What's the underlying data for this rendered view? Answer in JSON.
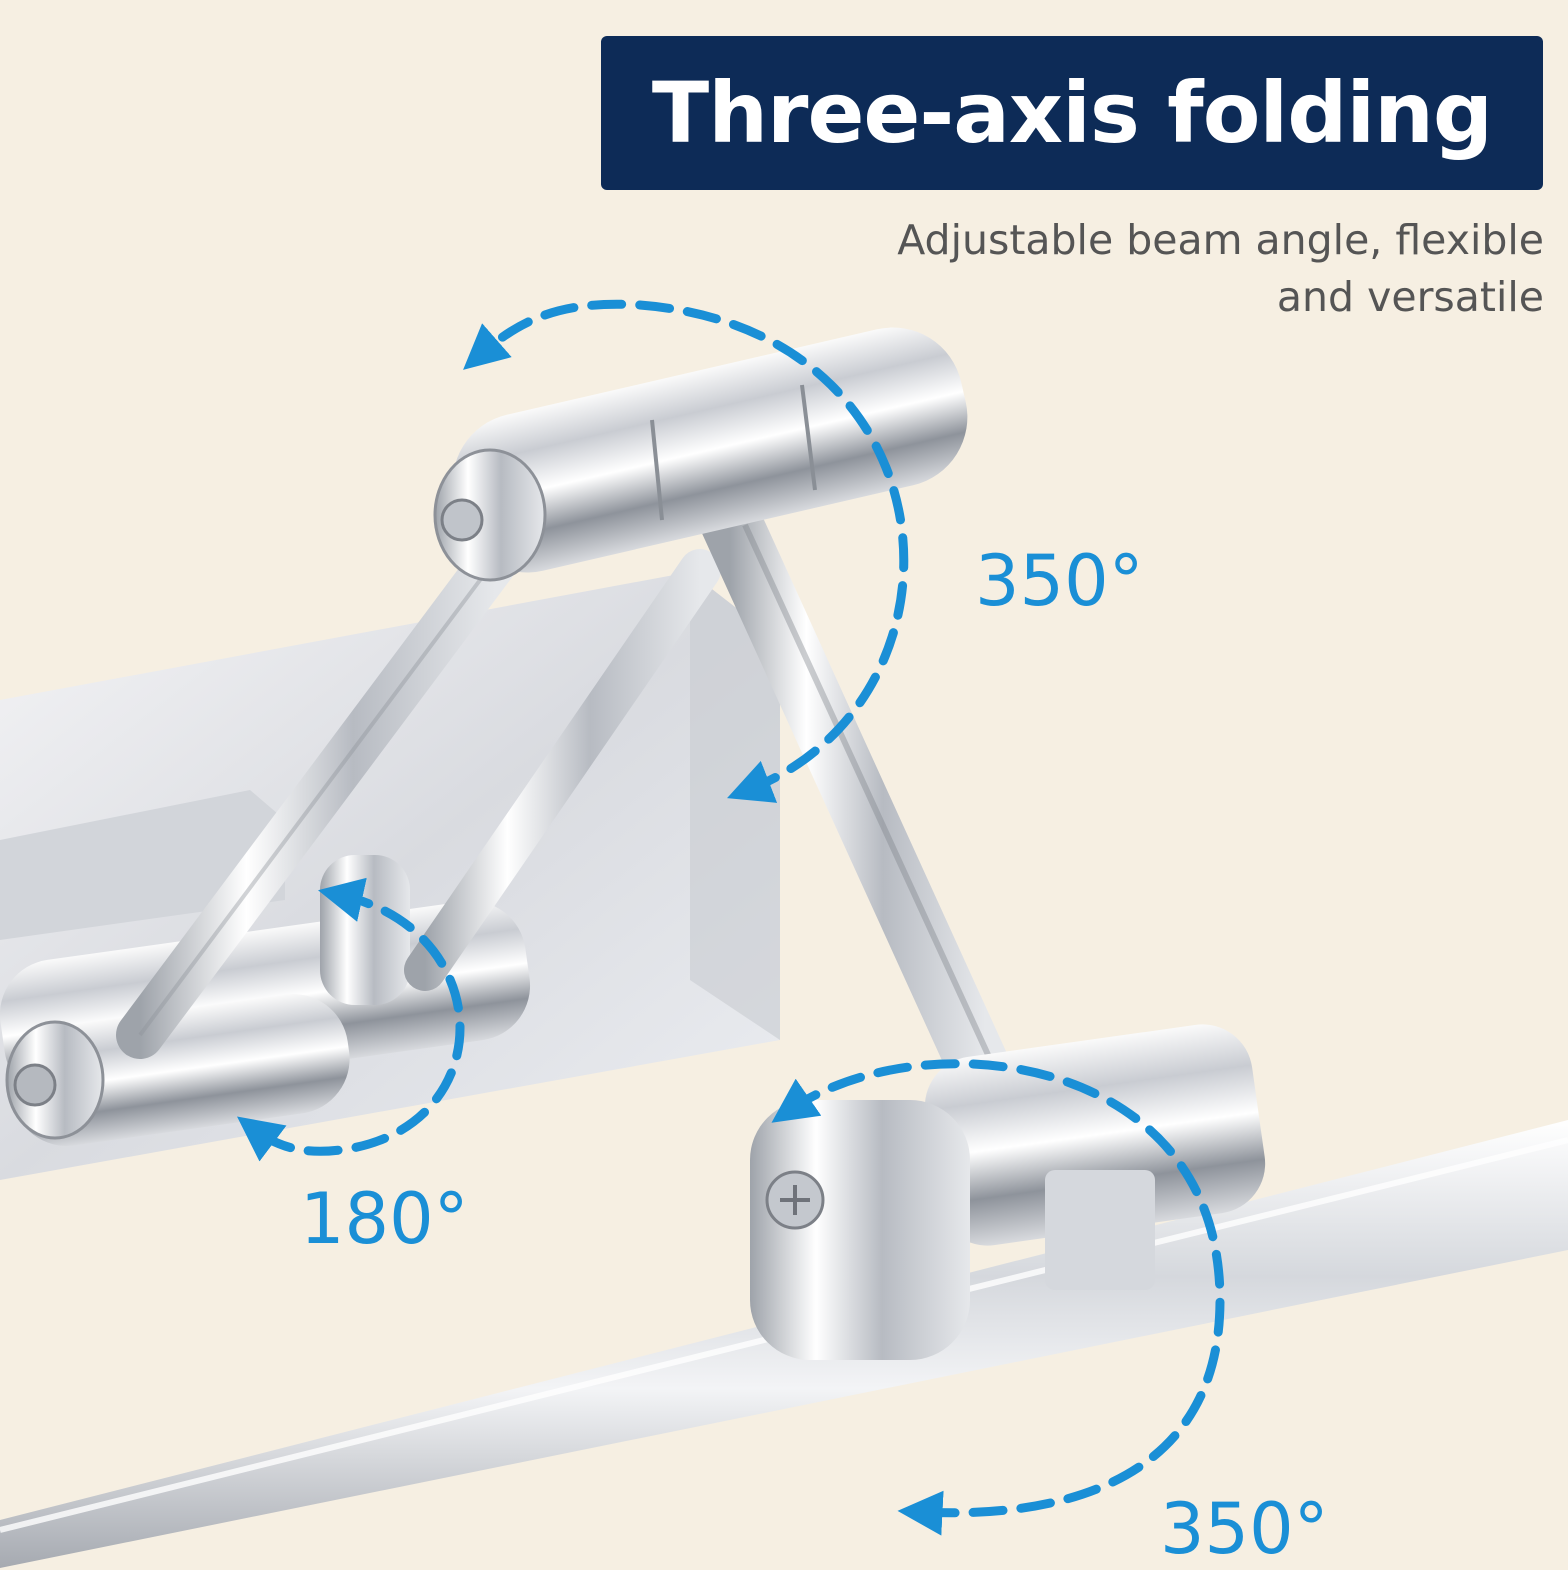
{
  "header": {
    "title": "Three-axis folding",
    "subtitle_line1": "Adjustable beam angle, flexible",
    "subtitle_line2": "and versatile"
  },
  "angles": {
    "top_joint": "350°",
    "left_joint": "180°",
    "bottom_joint": "350°"
  },
  "colors": {
    "background": "#f6efe2",
    "banner": "#0d2b57",
    "accent": "#1a8fd6",
    "subtitle_text": "#555555"
  }
}
